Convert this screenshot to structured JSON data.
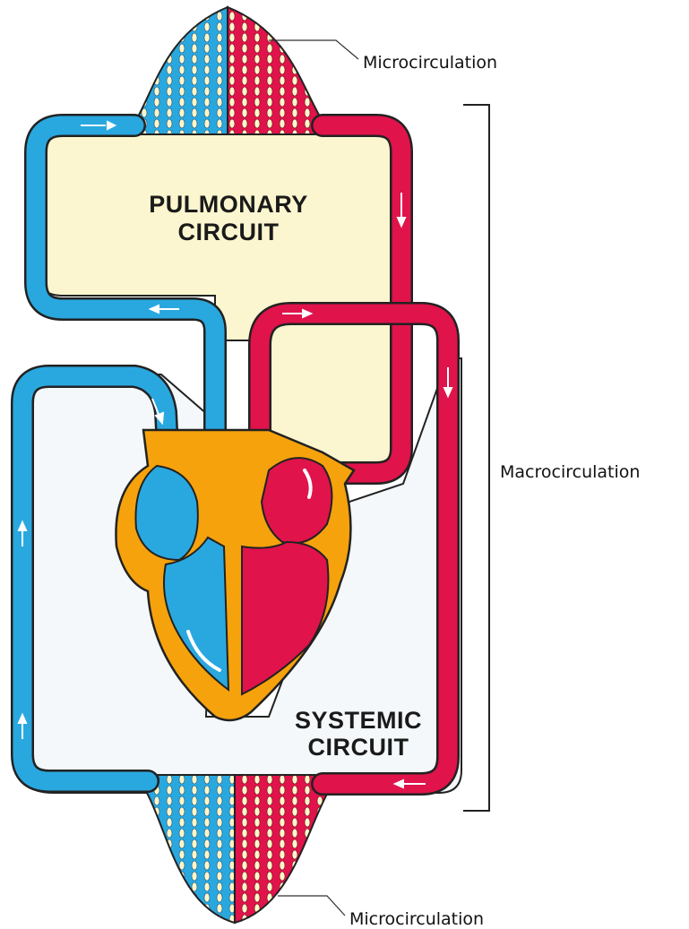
{
  "labels": {
    "micro_top": "Microcirculation",
    "macro": "Macrocirculation",
    "micro_bottom": "Microcirculation",
    "pulmonary_line1": "PULMONARY",
    "pulmonary_line2": "CIRCUIT",
    "systemic_line1": "SYSTEMIC",
    "systemic_line2": "CIRCUIT"
  },
  "colors": {
    "deoxygenated": "#29a8e0",
    "oxygenated": "#e0134b",
    "pulmonary_fill": "#fbf6cf",
    "systemic_fill": "#f4f8fb",
    "heart_wall": "#f5a20c",
    "outline": "#222222"
  }
}
